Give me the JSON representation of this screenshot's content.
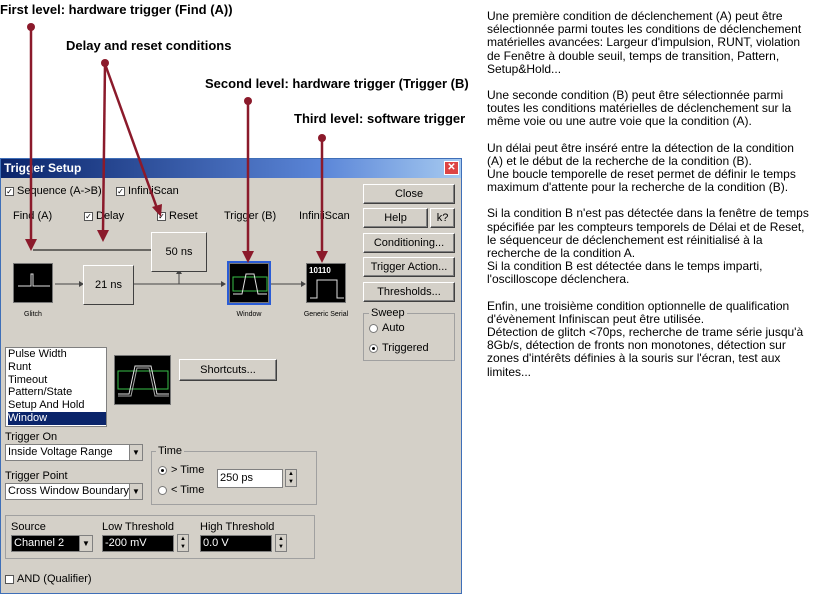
{
  "annotations": {
    "first_level": "First level: hardware trigger (Find (A))",
    "delay_reset": "Delay and reset conditions",
    "second_level": "Second level: hardware trigger (Trigger (B)",
    "third_level": "Third level: software trigger"
  },
  "description": {
    "p1": "Une première condition de déclenchement (A) peut être sélectionnée parmi toutes les conditions de déclenchement matérielles avancées: Largeur d'impulsion, RUNT, violation de Fenêtre à double seuil, temps de transition, Pattern, Setup&Hold...",
    "p2": "Une seconde condition (B) peut être sélectionnée parmi toutes les conditions matérielles de déclenchement sur la même voie ou une autre voie que la condition (A).",
    "p3a": "Un délai peut être inséré entre la détection de la condition (A) et le début de la recherche de la condition (B).",
    "p3b": "Une boucle temporelle de reset permet de définir le temps maximum d'attente pour la recherche de la condition (B).",
    "p4a": "Si la condition B n'est pas détectée dans la fenêtre de temps spécifiée par les compteurs temporels de Délai et de Reset, le séquenceur de déclenchement est réinitialisé à la recherche de la condition A.",
    "p4b": "Si la condition B est détectée dans le temps imparti, l'oscilloscope déclenchera.",
    "p5a": "Enfin, une troisième condition optionnelle de qualification d'évènement Infiniscan peut être utilisée.",
    "p5b": "Détection de glitch <70ps, recherche de trame série jusqu'à 8Gb/s, détection de fronts non monotones, détection sur zones d'intérêts définies à la souris sur l'écran, test aux limites..."
  },
  "window": {
    "title": "Trigger Setup",
    "sequence_label": "Sequence (A->B)",
    "sequence_checked": true,
    "infiniscan_label": "InfiniiScan",
    "infiniscan_checked": true,
    "col_find": "Find (A)",
    "col_delay": "Delay",
    "delay_checked": true,
    "col_reset": "Reset",
    "reset_checked": true,
    "col_trigger": "Trigger (B)",
    "col_infiniscan": "InfiniiScan",
    "reset_time": "50 ns",
    "delay_time": "21 ns",
    "icon_glitch": "Glitch",
    "icon_window": "Window",
    "icon_serial": "Generic Serial",
    "serial_bits": "10110",
    "buttons": {
      "close": "Close",
      "help": "Help",
      "help_cursor": "k?",
      "conditioning": "Conditioning...",
      "trigger_action": "Trigger Action...",
      "thresholds": "Thresholds...",
      "shortcuts": "Shortcuts..."
    },
    "sweep": {
      "label": "Sweep",
      "auto": "Auto",
      "triggered": "Triggered",
      "selected": "Triggered"
    },
    "trigger_types": [
      "Pulse Width",
      "Runt",
      "Timeout",
      "Pattern/State",
      "Setup And Hold",
      "Window"
    ],
    "trigger_type_selected": "Window",
    "trigger_on_label": "Trigger On",
    "trigger_on_value": "Inside Voltage Range",
    "trigger_point_label": "Trigger Point",
    "trigger_point_value": "Cross Window Boundary",
    "time_label": "Time",
    "time_gt": "> Time",
    "time_lt": "< Time",
    "time_selected": "> Time",
    "time_value": "250 ps",
    "source_label": "Source",
    "source_value": "Channel 2",
    "low_threshold_label": "Low Threshold",
    "low_threshold_value": "-200 mV",
    "high_threshold_label": "High Threshold",
    "high_threshold_value": "0.0 V",
    "and_label": "AND (Qualifier)",
    "and_checked": false
  },
  "colors": {
    "arrow": "#8b1a2b",
    "title_bar": "#0a246a",
    "dialog_bg": "#d4d0c8",
    "waveform": "#e0e0e0",
    "window_trace": "#38c048"
  }
}
